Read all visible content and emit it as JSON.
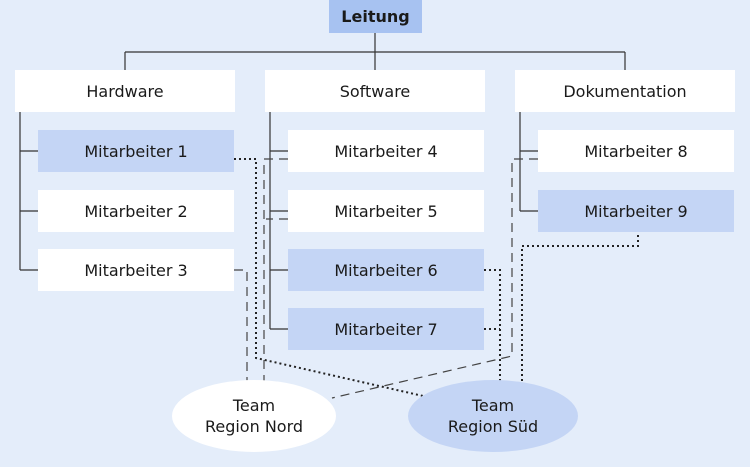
{
  "root": "Leitung",
  "departments": [
    {
      "label": "Hardware",
      "members": [
        {
          "label": "Mitarbeiter 1",
          "highlight": true
        },
        {
          "label": "Mitarbeiter 2",
          "highlight": false
        },
        {
          "label": "Mitarbeiter 3",
          "highlight": false
        }
      ]
    },
    {
      "label": "Software",
      "members": [
        {
          "label": "Mitarbeiter 4",
          "highlight": false
        },
        {
          "label": "Mitarbeiter 5",
          "highlight": false
        },
        {
          "label": "Mitarbeiter 6",
          "highlight": true
        },
        {
          "label": "Mitarbeiter 7",
          "highlight": true
        }
      ]
    },
    {
      "label": "Dokumentation",
      "members": [
        {
          "label": "Mitarbeiter 8",
          "highlight": false
        },
        {
          "label": "Mitarbeiter 9",
          "highlight": true
        }
      ]
    }
  ],
  "teams": {
    "nord": {
      "line1": "Team",
      "line2": "Region Nord"
    },
    "sued": {
      "line1": "Team",
      "line2": "Region Süd"
    }
  },
  "colors": {
    "background": "#e4edfa",
    "root_fill": "#a7c2f1",
    "highlight_fill": "#c4d5f5",
    "box_fill": "#ffffff",
    "line": "#333333"
  }
}
